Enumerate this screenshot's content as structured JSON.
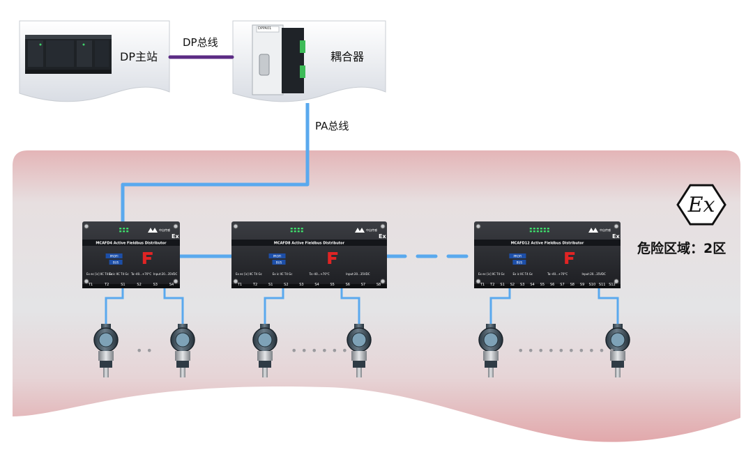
{
  "master": {
    "label": "DP主站"
  },
  "dp_bus": {
    "label": "DP总线",
    "color": "#5b2b84"
  },
  "coupler": {
    "label": "耦合器",
    "device_text": "DPPA01"
  },
  "pa_bus": {
    "label": "PA总线",
    "color": "#5aa9ee"
  },
  "hazard": {
    "label": "危险区域：2区",
    "symbol": "Ex"
  },
  "distributors": [
    {
      "name": "MCAFD4 Active Fieldbus Distributor",
      "brand": "中自传感",
      "ex": "Ex",
      "specs": [
        "Ex ec [ic] IIC T4 Gc",
        "Ex ic IIC T4 Gc",
        "Ta:-40...+70°C",
        "Input:20...35VDC"
      ],
      "ports": [
        "T1",
        "T2",
        "S1",
        "S2",
        "S3",
        "S4"
      ],
      "dots": "• •"
    },
    {
      "name": "MCAFD8 Active Fieldbus Distributor",
      "brand": "中自传感",
      "ex": "Ex",
      "specs": [
        "Ex ec [ic] IIC T4 Gc",
        "Ex ic IIC T4 Gc",
        "Ta:-40...+70°C",
        "Input:20...35VDC"
      ],
      "ports": [
        "T1",
        "T2",
        "S1",
        "S2",
        "S3",
        "S4",
        "S5",
        "S6",
        "S7",
        "S8"
      ],
      "dots": "• • • • • •"
    },
    {
      "name": "MCAFD12 Active Fieldbus Distributor",
      "brand": "中自传感",
      "ex": "Ex",
      "specs": [
        "Ex ec [ic] IIC T4 Gc",
        "Ex ic IIC T4 Gc",
        "Ta:-40...+70°C",
        "Input:20...35VDC"
      ],
      "ports": [
        "T1",
        "T2",
        "S1",
        "S2",
        "S3",
        "S4",
        "S5",
        "S6",
        "S7",
        "S8",
        "S9",
        "S10",
        "S11",
        "S12"
      ],
      "dots": "• • • • • • • • • •"
    }
  ],
  "profibus_logo": [
    "PROFI",
    "BUS"
  ]
}
